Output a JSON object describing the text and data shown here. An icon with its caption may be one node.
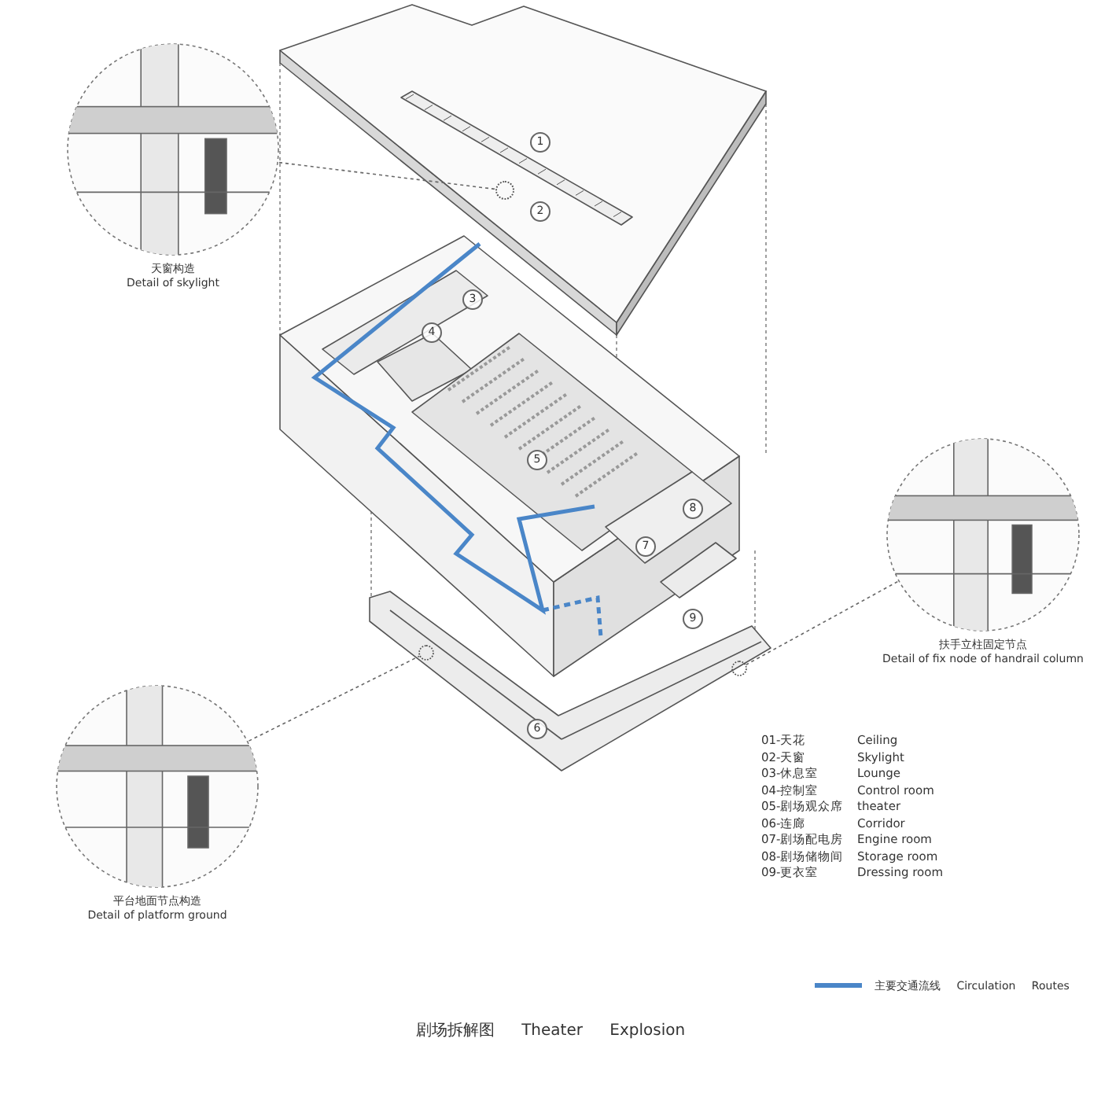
{
  "diagram": {
    "title": "剧场拆解图 Theater Explosion",
    "nodes": [
      {
        "text": [
          "天窗构造",
          "Detail of skylight"
        ]
      },
      {
        "text": [],
        "shape": "circle"
      },
      {
        "text": [
          "扶手立柱固定节点",
          "Detail of fix node of handrail column"
        ]
      },
      {
        "text": [],
        "shape": "circle"
      },
      {
        "text": [
          "平台地面节点构造",
          "Detail of platform ground"
        ]
      },
      {
        "text": [],
        "shape": "circle"
      }
    ],
    "edges": [
      {
        "from": 0,
        "to": 1,
        "arrow": "none",
        "style": "dashed"
      },
      {
        "from": 2,
        "to": 3,
        "arrow": "none",
        "style": "dashed"
      },
      {
        "from": 4,
        "to": 5,
        "arrow": "none",
        "style": "dashed"
      }
    ],
    "labels": [
      "1",
      "2",
      "3",
      "4",
      "5",
      "6",
      "7",
      "8",
      "9",
      "01-天花",
      "Ceiling",
      "02-天窗",
      "Skylight",
      "03-休息室",
      "Lounge",
      "04-控制室",
      "Control room",
      "05-剧场观众席",
      "theater",
      "06-连廊",
      "Corridor",
      "07-剧场配电房",
      "Engine room",
      "08-剧场储物间",
      "Storage room",
      "09-更衣室",
      "Dressing room"
    ],
    "legend": [
      {
        "text": "主要交通流线 Circulation Routes"
      }
    ]
  }
}
